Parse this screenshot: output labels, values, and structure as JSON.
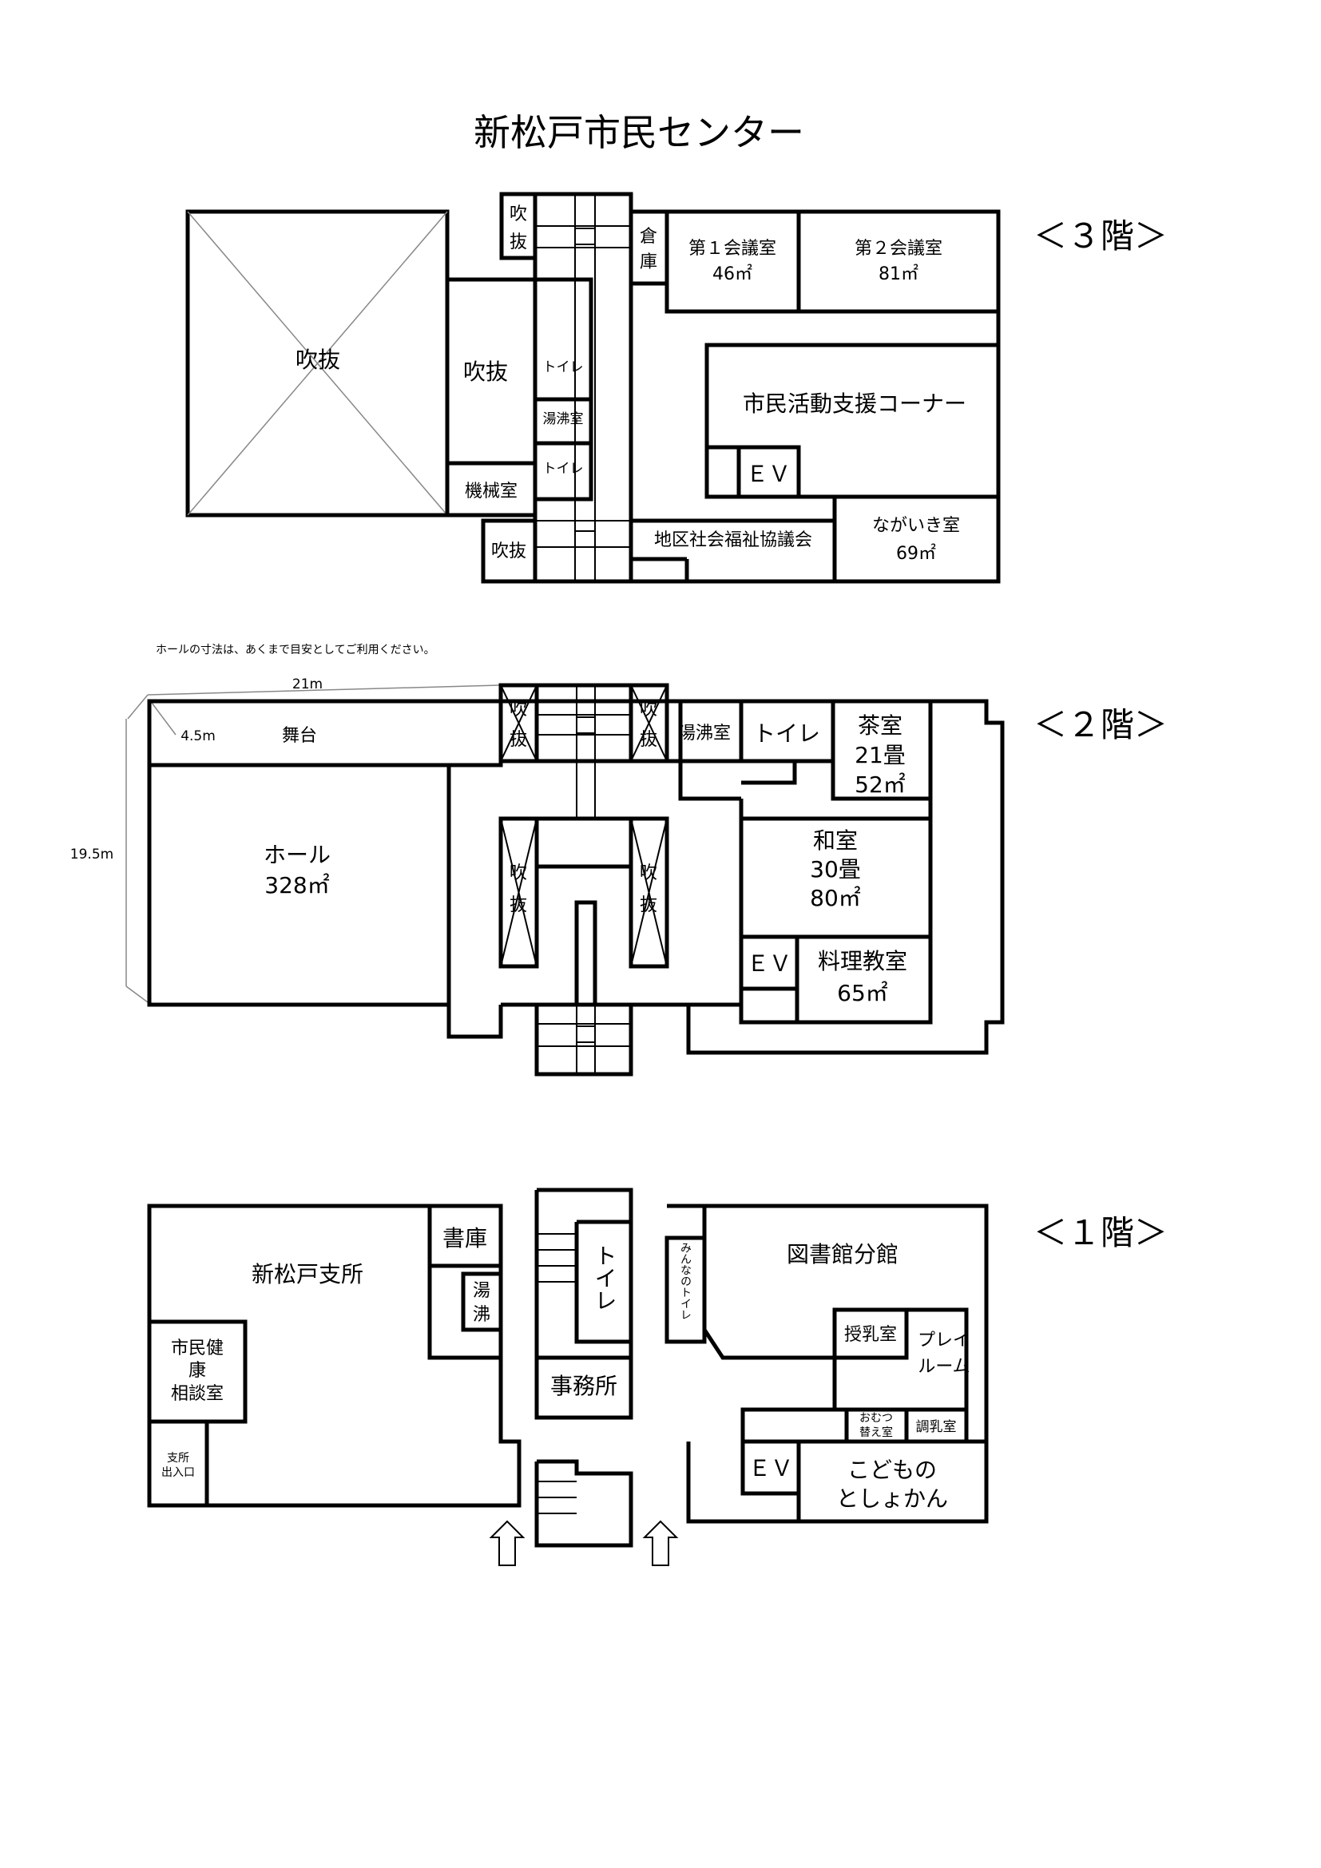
{
  "title": "新松戸市民センター",
  "floor3": {
    "label": "＜３階＞",
    "rooms": {
      "fukinuke_big": "吹抜",
      "fukinuke_mid": "吹抜",
      "fukinuke_top_1": "吹",
      "fukinuke_top_2": "抜",
      "fukinuke_bottom": "吹抜",
      "kikai": "機械室",
      "toilet_1": "トイレ",
      "yuwakashi": "湯沸室",
      "toilet_2": "トイレ",
      "souko_1": "倉",
      "souko_2": "庫",
      "kaigi1_name": "第１会議室",
      "kaigi1_area": "46㎡",
      "kaigi2_name": "第２会議室",
      "kaigi2_area": "81㎡",
      "shimin_katsudo": "市民活動支援コーナー",
      "ev": "ＥＶ",
      "chiku_shakai": "地区社会福祉協議会",
      "nagaiki_name": "ながいき室",
      "nagaiki_area": "69㎡"
    }
  },
  "floor2": {
    "label": "＜２階＞",
    "note": "ホールの寸法は、あくまで目安としてご利用ください。",
    "dim_width": "21m",
    "dim_stage": "4.5m",
    "dim_depth": "19.5m",
    "rooms": {
      "butai": "舞台",
      "hall_name": "ホール",
      "hall_area": "328㎡",
      "fuki_a1": "吹",
      "fuki_a2": "抜",
      "fuki_b1": "吹",
      "fuki_b2": "抜",
      "fuki_c1": "吹",
      "fuki_c2": "抜",
      "fuki_d1": "吹",
      "fuki_d2": "抜",
      "yuwakashi": "湯沸室",
      "toilet": "トイレ",
      "chashitsu_name": "茶室",
      "chashitsu_tatami": "21畳",
      "chashitsu_area": "52㎡",
      "washitsu_name": "和室",
      "washitsu_tatami": "30畳",
      "washitsu_area": "80㎡",
      "ev": "ＥＶ",
      "ryori_name": "料理教室",
      "ryori_area": "65㎡"
    }
  },
  "floor1": {
    "label": "＜１階＞",
    "rooms": {
      "shisho": "新松戸支所",
      "shoko": "書庫",
      "yu": "湯",
      "futsu": "沸",
      "toilet": "トイレ",
      "jimusho": "事務所",
      "minna_toilet": "みんなのトイレ",
      "toshokan": "図書館分館",
      "junyu": "授乳室",
      "play_1": "プレイ",
      "play_2": "ルーム",
      "kenko_1": "市民健",
      "kenko_2": "康",
      "kenko_3": "相談室",
      "shisho_1": "支所",
      "shisho_2": "出入口",
      "omutsu_1": "おむつ",
      "omutsu_2": "替え室",
      "chonyu": "調乳室",
      "ev": "ＥＶ",
      "kodomo_1": "こどもの",
      "kodomo_2": "としょかん"
    }
  }
}
